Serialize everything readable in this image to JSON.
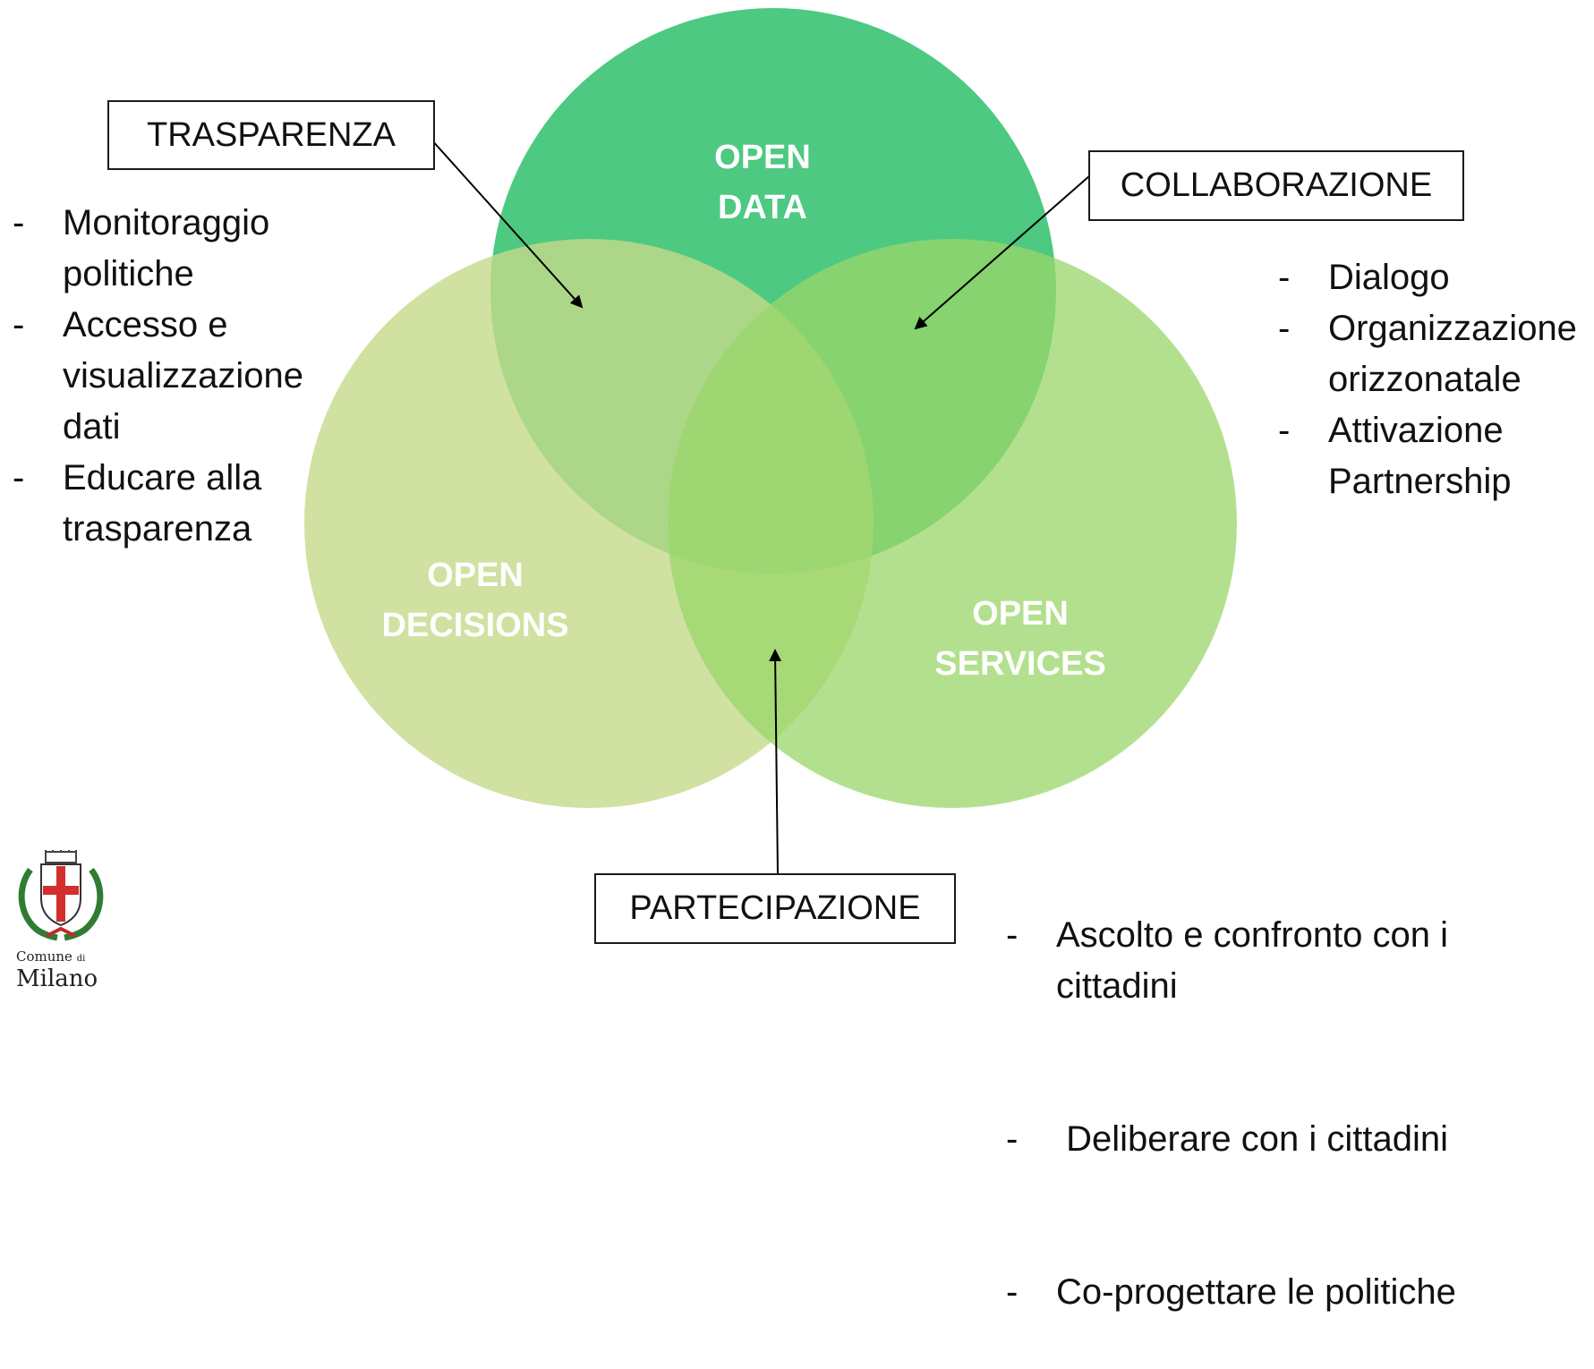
{
  "circles": [
    {
      "id": "data",
      "lines": [
        "OPEN",
        "DATA"
      ],
      "color": "#2ebf6b"
    },
    {
      "id": "decisions",
      "lines": [
        "OPEN",
        "DECISIONS"
      ],
      "color": "#c4d98a"
    },
    {
      "id": "services",
      "lines": [
        "OPEN",
        "SERVICES"
      ],
      "color": "#9ad66a"
    }
  ],
  "boxes": {
    "trasparenza": "TRASPARENZA",
    "collaborazione": "COLLABORAZIONE",
    "partecipazione": "PARTECIPAZIONE"
  },
  "lists": {
    "trasparenza": [
      "Monitoraggio politiche",
      "Accesso e visualizzazione dati",
      "Educare alla trasparenza"
    ],
    "collaborazione": [
      "Dialogo",
      "Organizzazione orizzonatale",
      "Attivazione Partnership"
    ],
    "partecipazione": [
      "Ascolto e confronto con i cittadini",
      " Deliberare con i cittadini",
      "Co-progettare le politiche"
    ]
  },
  "logo": {
    "line1": "Comune",
    "line1_small": "di",
    "line2": "Milano"
  }
}
